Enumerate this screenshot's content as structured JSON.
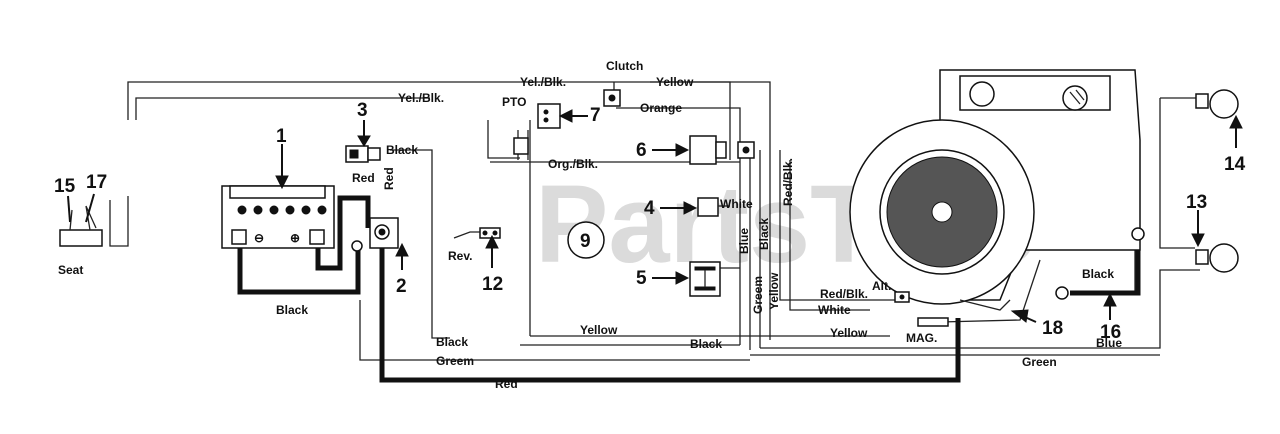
{
  "watermark": "PartsTree",
  "callouts": {
    "c1": "1",
    "c2": "2",
    "c3": "3",
    "c4": "4",
    "c5": "5",
    "c6": "6",
    "c7": "7",
    "c9": "9",
    "c12": "12",
    "c13": "13",
    "c14": "14",
    "c15": "15",
    "c16": "16",
    "c17": "17",
    "c18": "18"
  },
  "labels": {
    "yel_blk_top": "Yel./Blk.",
    "yel_blk_left": "Yel./Blk.",
    "clutch": "Clutch",
    "yellow_top": "Yellow",
    "pto": "PTO",
    "orange": "Orange",
    "black_solenoid": "Black",
    "red_solenoid": "Red",
    "red_vertical": "Red",
    "org_blk": "Org./Blk.",
    "red_blk_vertical": "Red/Blk.",
    "white_switch": "White",
    "blue_vertical": "Blue",
    "black_vertical": "Black",
    "yellow_vertical": "Yellow",
    "green_vertical": "Greem",
    "seat": "Seat",
    "rev": "Rev.",
    "black_battery": "Black",
    "red_blk_alt": "Red/Blk.",
    "alt": "Alt.",
    "white_alt": "White",
    "black_right": "Black",
    "yellow_bottom_mid": "Yellow",
    "yellow_bottom_right": "Yellow",
    "mag": "MAG.",
    "black_bottom": "Black",
    "black_bottom_left": "Black",
    "greem_bottom": "Greem",
    "green_bottom": "Green",
    "blue_bottom": "Blue",
    "red_bottom": "Red"
  }
}
